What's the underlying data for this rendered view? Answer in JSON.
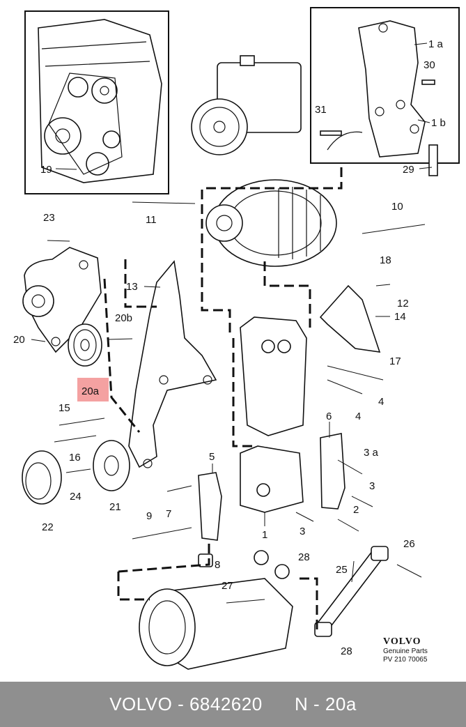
{
  "highlight": {
    "label": "20a",
    "color": "#f4a1a1"
  },
  "part_labels": {
    "p1a": "1 a",
    "p30": "30",
    "p31": "31",
    "p1b": "1 b",
    "p29": "29",
    "p19": "19",
    "p11": "11",
    "p10": "10",
    "p23": "23",
    "p18": "18",
    "p13": "13",
    "p14": "14",
    "p12": "12",
    "p20b": "20b",
    "p20": "20",
    "p17": "17",
    "p4a": "4",
    "p4b": "4",
    "p15": "15",
    "p16": "16",
    "p6": "6",
    "p3a": "3 a",
    "p3b": "3",
    "p5": "5",
    "p24": "24",
    "p21": "21",
    "p22": "22",
    "p7": "7",
    "p9": "9",
    "p2": "2",
    "p1": "1",
    "p3c": "3",
    "p26": "26",
    "p8": "8",
    "p28a": "28",
    "p27": "27",
    "p25": "25",
    "p28b": "28"
  },
  "brand": {
    "logo": "VOLVO",
    "sub": "Genuine Parts",
    "code": "PV 210 70065"
  },
  "footer": {
    "text": "VOLVO - 6842620      N - 20a"
  }
}
